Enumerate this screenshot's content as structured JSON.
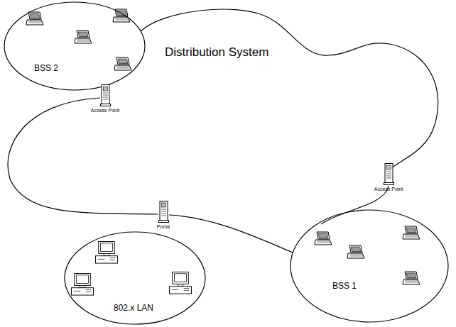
{
  "diagram": {
    "nodes": [
      {
        "text": [
          "BSS 2"
        ]
      },
      {
        "text": [
          "Access Point"
        ]
      },
      {
        "text": [
          "Distribution System"
        ]
      },
      {
        "text": [
          "Access Point"
        ]
      },
      {
        "text": [
          "Portal"
        ]
      },
      {
        "text": [
          "802.x LAN"
        ]
      },
      {
        "text": [
          "BSS 1"
        ]
      }
    ]
  }
}
